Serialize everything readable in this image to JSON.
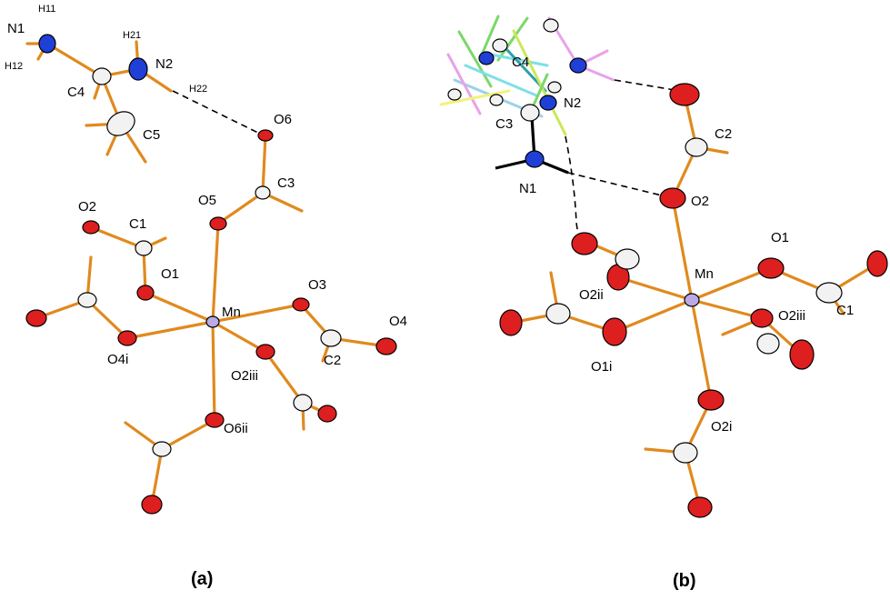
{
  "panels": [
    {
      "id": "a",
      "label": "(a)"
    },
    {
      "id": "b",
      "label": "(b)"
    }
  ],
  "atom_labels_a": [
    "N1",
    "H11",
    "H12",
    "H21",
    "N2",
    "H22",
    "C4",
    "C5",
    "O6",
    "C3",
    "O5",
    "O2",
    "C1",
    "O1",
    "Mn",
    "O3",
    "O4",
    "O4i",
    "O2iii",
    "C2",
    "O6ii"
  ],
  "atom_labels_b": [
    "C4",
    "N2",
    "C3",
    "N1",
    "C2",
    "O2",
    "O1",
    "Mn",
    "O2ii",
    "C1",
    "O2iii",
    "O1i",
    "O2i"
  ],
  "colors": {
    "bond": "#e08a1e",
    "oxygen": "#dd1f1f",
    "nitrogen": "#1f3fd6",
    "carbon": "#f2f2f2",
    "manganese": "#b9a9e6"
  }
}
